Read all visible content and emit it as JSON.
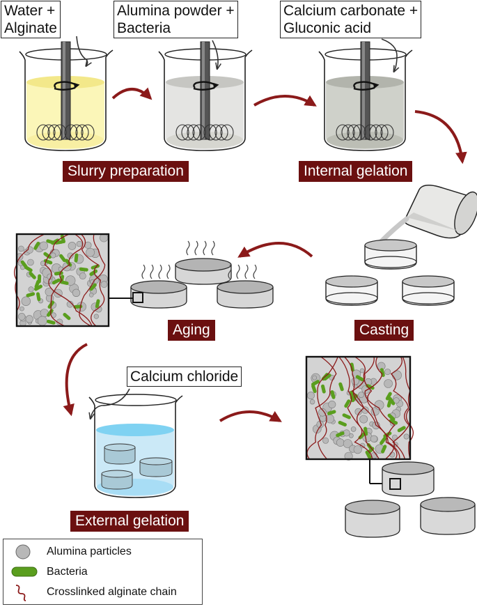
{
  "callouts": {
    "water_alginate": [
      "Water +",
      "Alginate"
    ],
    "alumina_bacteria": [
      "Alumina powder +",
      "Bacteria"
    ],
    "calcium_gluconic": [
      "Calcium carbonate +",
      "Gluconic acid"
    ],
    "calcium_chloride": "Calcium chloride"
  },
  "steps": {
    "slurry": "Slurry preparation",
    "internal": "Internal gelation",
    "casting": "Casting",
    "aging": "Aging",
    "external": "External gelation"
  },
  "legend": {
    "alumina": "Alumina particles",
    "bacteria": "Bacteria",
    "chain": "Crosslinked alginate chain"
  },
  "colors": {
    "step_label_bg": "#6b1010",
    "arrow": "#8b1a1a",
    "alumina_fill": "#b8b8b8",
    "bacteria_fill": "#5a9e1e",
    "chain": "#8b1a1a",
    "beaker1_liquid": "#fbf6b8",
    "beaker2_liquid": "#e4e4e2",
    "beaker3_liquid": "#cfd1ca",
    "beaker4_liquid": "#c9e9f8",
    "disc_fill": "#d6d6d6"
  }
}
